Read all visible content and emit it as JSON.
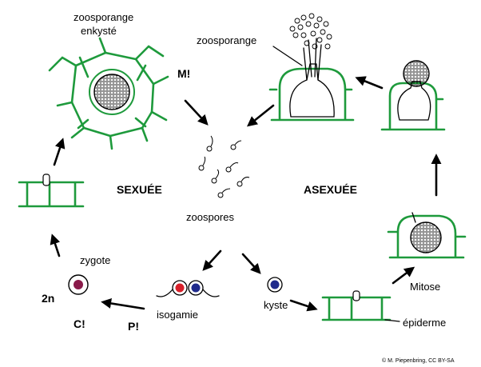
{
  "labels": {
    "zoosporange_enkyste_line1": "zoosporange",
    "zoosporange_enkyste_line2": "enkysté",
    "zoosporange": "zoosporange",
    "meiosis": "M!",
    "sexual": "SEXUÉE",
    "asexual": "ASEXUÉE",
    "zoospores": "zoospores",
    "zygote": "zygote",
    "diploid": "2n",
    "caryogamy": "C!",
    "plasmogamy": "P!",
    "isogamy": "isogamie",
    "cyst": "kyste",
    "mitosis": "Mitose",
    "epidermis": "épiderme",
    "credit": "© M. Piepenbring, CC BY-SA"
  },
  "colors": {
    "cell_wall": "#1e9a3c",
    "gamete_red": "#d8202a",
    "gamete_blue": "#1f2a8c",
    "zygote_nucleus": "#8a1a4a"
  }
}
